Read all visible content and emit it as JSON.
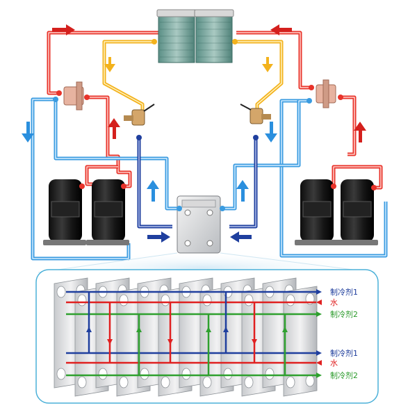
{
  "labels": [
    {
      "id": "refrigerant-1-top",
      "text": "制冷剂1",
      "color": "#1a3a9a"
    },
    {
      "id": "water-top",
      "text": "水",
      "color": "#e02020"
    },
    {
      "id": "refrigerant-2-top",
      "text": "制冷剂2",
      "color": "#2a9a2a"
    },
    {
      "id": "refrigerant-1-bottom",
      "text": "制冷剂1",
      "color": "#1a3a9a"
    },
    {
      "id": "water-bottom",
      "text": "水",
      "color": "#e02020"
    },
    {
      "id": "refrigerant-2-bottom",
      "text": "制冷剂2",
      "color": "#2a9a2a"
    }
  ],
  "colors": {
    "hot_gas": "#e8332a",
    "liquid": "#f3b21c",
    "suction": "#3a9be0",
    "refrigerant1": "#1f3f9e",
    "water": "#e02020",
    "refrigerant2": "#2ea02e",
    "inset_border": "#4ab0d8"
  },
  "icons": [
    "condenser-coil-icon",
    "four-way-valve-icon",
    "expansion-valve-icon",
    "scroll-compressor-icon",
    "plate-heat-exchanger-icon",
    "flow-arrow-icon"
  ]
}
